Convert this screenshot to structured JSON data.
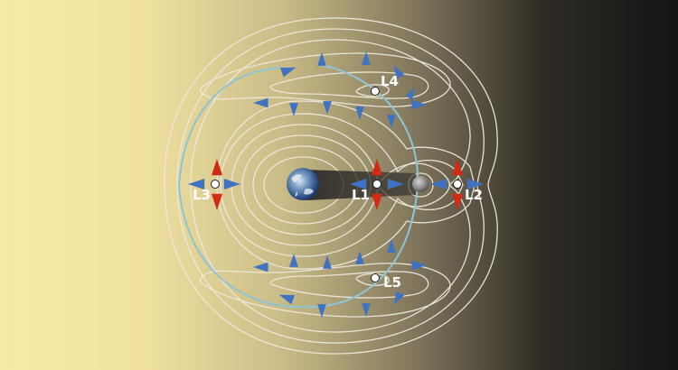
{
  "diagram": {
    "colors": {
      "background_light": "#f7eaa6",
      "background_mid": "#c9bb86",
      "background_dark": "#161616",
      "contour": "#ece9df",
      "orbit": "#8fc4d6",
      "arrow_blue": "#3f73c2",
      "arrow_red": "#d22a14",
      "label": "#ffffff"
    },
    "bodies": [
      {
        "name": "earth"
      },
      {
        "name": "moon"
      }
    ],
    "lagrange_points": [
      {
        "id": "L1",
        "label": "L1"
      },
      {
        "id": "L2",
        "label": "L2"
      },
      {
        "id": "L3",
        "label": "L3"
      },
      {
        "id": "L4",
        "label": "L4"
      },
      {
        "id": "L5",
        "label": "L5"
      }
    ]
  }
}
